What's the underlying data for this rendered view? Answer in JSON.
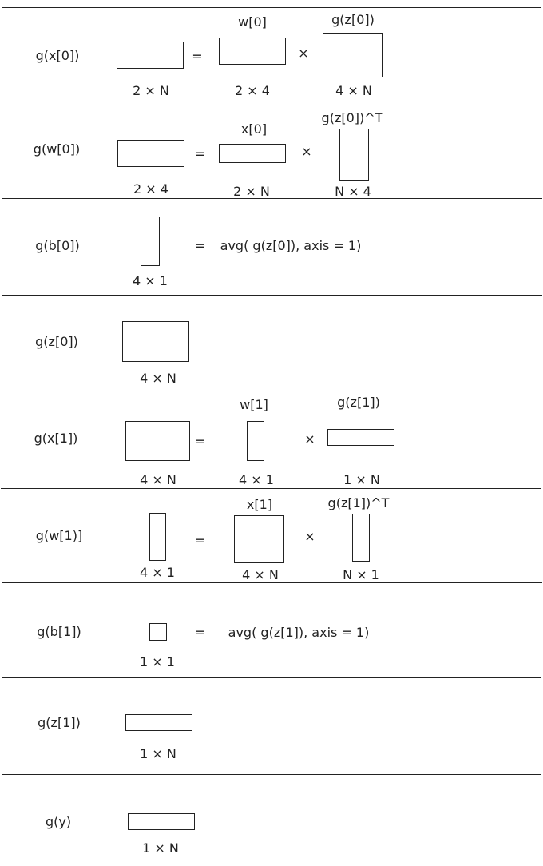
{
  "rows": [
    {
      "lhs": "g(x[0])",
      "lhs_dim": "2 × N",
      "eq": "=",
      "a_top": "w[0]",
      "a_dim": "2 × 4",
      "op": "×",
      "b_top": "g(z[0])",
      "b_dim": "4 × N"
    },
    {
      "lhs": "g(w[0])",
      "lhs_dim": "2 × 4",
      "eq": "=",
      "a_top": "x[0]",
      "a_dim": "2 × N",
      "op": "×",
      "b_top": "g(z[0])^T",
      "b_dim": "N × 4"
    },
    {
      "lhs": "g(b[0])",
      "lhs_dim": "4 × 1",
      "eq": "=",
      "rhs_text": "avg( g(z[0]), axis = 1)"
    },
    {
      "lhs": "g(z[0])",
      "lhs_dim": "4 × N"
    },
    {
      "lhs": "g(x[1])",
      "lhs_dim": "4 × N",
      "eq": "=",
      "a_top": "w[1]",
      "a_dim": "4 × 1",
      "op": "×",
      "b_top": "g(z[1])",
      "b_dim": "1 × N"
    },
    {
      "lhs": "g(w[1)]",
      "lhs_dim": "4 × 1",
      "eq": "=",
      "a_top": "x[1]",
      "a_dim": "4 × N",
      "op": "×",
      "b_top": "g(z[1])^T",
      "b_dim": "N × 1"
    },
    {
      "lhs": "g(b[1])",
      "lhs_dim": "1 × 1",
      "eq": "=",
      "rhs_text": "avg( g(z[1]), axis = 1)"
    },
    {
      "lhs": "g(z[1])",
      "lhs_dim": "1 × N"
    },
    {
      "lhs": "g(y)",
      "lhs_dim": "1 × N"
    }
  ]
}
